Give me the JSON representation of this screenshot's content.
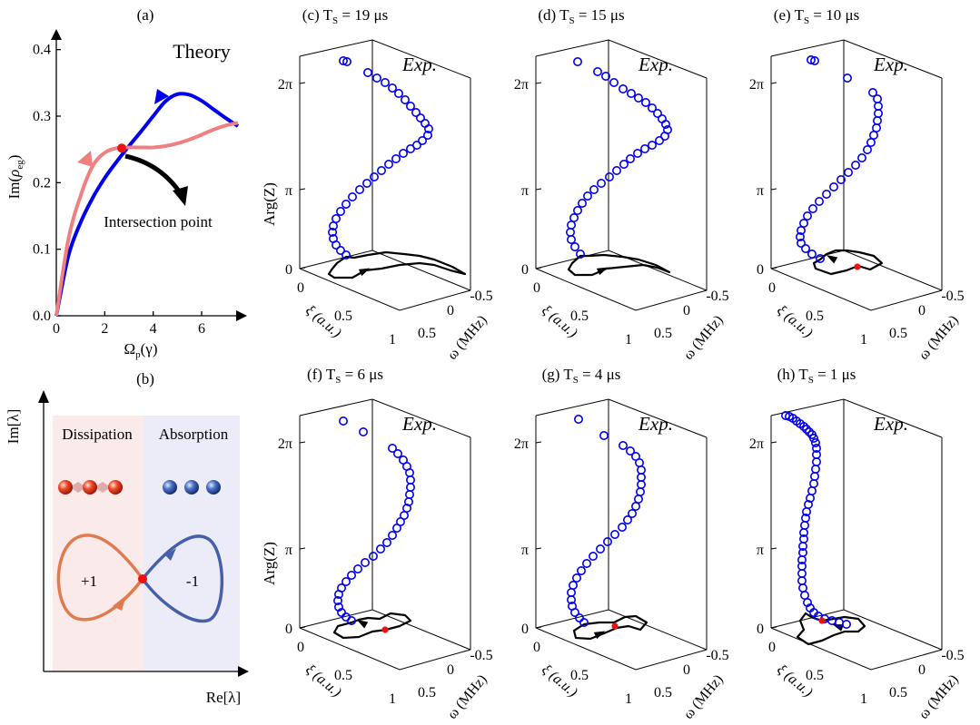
{
  "panel_a": {
    "label": "(a)",
    "theory": "Theory",
    "ylabel_pre": "Im(",
    "ylabel_rho": "ρ",
    "ylabel_sub": "eg",
    "ylabel_post": ")",
    "xlabel_main": "Ω",
    "xlabel_sub": "p",
    "xlabel_arg": "(γ)",
    "annotation": "Intersection point",
    "yticks": [
      "0.0",
      "0.1",
      "0.2",
      "0.3",
      "0.4"
    ],
    "xticks": [
      "0",
      "2",
      "4",
      "6"
    ],
    "colors": {
      "blue": "#0000ee",
      "pink": "#f08080",
      "dot": "#ee1111"
    }
  },
  "chart_data": {
    "type": "line",
    "xlabel": "Ωp(γ)",
    "ylabel": "Im(ρeg)",
    "xlim": [
      0,
      7.5
    ],
    "ylim": [
      0,
      0.42
    ],
    "series": [
      {
        "x": [
          0,
          0.5,
          1,
          1.5,
          2,
          2.5,
          3,
          3.5,
          4,
          4.5,
          5,
          5.5,
          6,
          6.5,
          7,
          7.5
        ],
        "y": [
          0,
          0.09,
          0.14,
          0.177,
          0.207,
          0.232,
          0.255,
          0.277,
          0.3,
          0.322,
          0.333,
          0.332,
          0.323,
          0.31,
          0.297,
          0.285
        ],
        "color": "#0000ee"
      },
      {
        "x": [
          0,
          0.5,
          1,
          1.5,
          2,
          2.5,
          3,
          3.5,
          4,
          4.5,
          5,
          5.5,
          6,
          6.5,
          7,
          7.5
        ],
        "y": [
          0,
          0.115,
          0.18,
          0.225,
          0.245,
          0.252,
          0.253,
          0.253,
          0.253,
          0.255,
          0.259,
          0.265,
          0.272,
          0.28,
          0.286,
          0.29
        ],
        "color": "#f08080"
      }
    ],
    "intersection": {
      "x": 2.7,
      "y": 0.252
    }
  },
  "panel_b": {
    "label": "(b)",
    "ylabel": "Im[λ]",
    "xlabel": "Re[λ]",
    "dissipation": "Dissipation",
    "absorption": "Absorption",
    "plus": "+1",
    "minus": "-1",
    "colors": {
      "left_bg": "#fbeaea",
      "right_bg": "#ececf9",
      "orange": "#e07b50",
      "blue": "#4560a8",
      "dot": "#ee1111"
    }
  },
  "panels_3d": [
    {
      "label": "(c) T",
      "sub": "S",
      "value": " = 19 μs"
    },
    {
      "label": "(d) T",
      "sub": "S",
      "value": " = 15 μs"
    },
    {
      "label": "(e) T",
      "sub": "S",
      "value": " = 10 μs"
    },
    {
      "label": "(f) T",
      "sub": "S",
      "value": " = 6 μs"
    },
    {
      "label": "(g) T",
      "sub": "S",
      "value": " = 4 μs"
    },
    {
      "label": "(h) T",
      "sub": "S",
      "value": " = 1 μs"
    }
  ],
  "axes3d": {
    "exp": "Exp.",
    "zlabel": "Arg(Z)",
    "zticks": [
      "0",
      "π",
      "2π"
    ],
    "xi_ticks": [
      "0",
      "0.5",
      "1"
    ],
    "xi_label": "ξ (a.u.)",
    "w_ticks": [
      "-0.5",
      "0",
      "0.5"
    ],
    "w_label": "ω (MHz)",
    "colors": {
      "circles": "#0000ee",
      "trace": "#000000",
      "dot": "#ee1111"
    }
  }
}
